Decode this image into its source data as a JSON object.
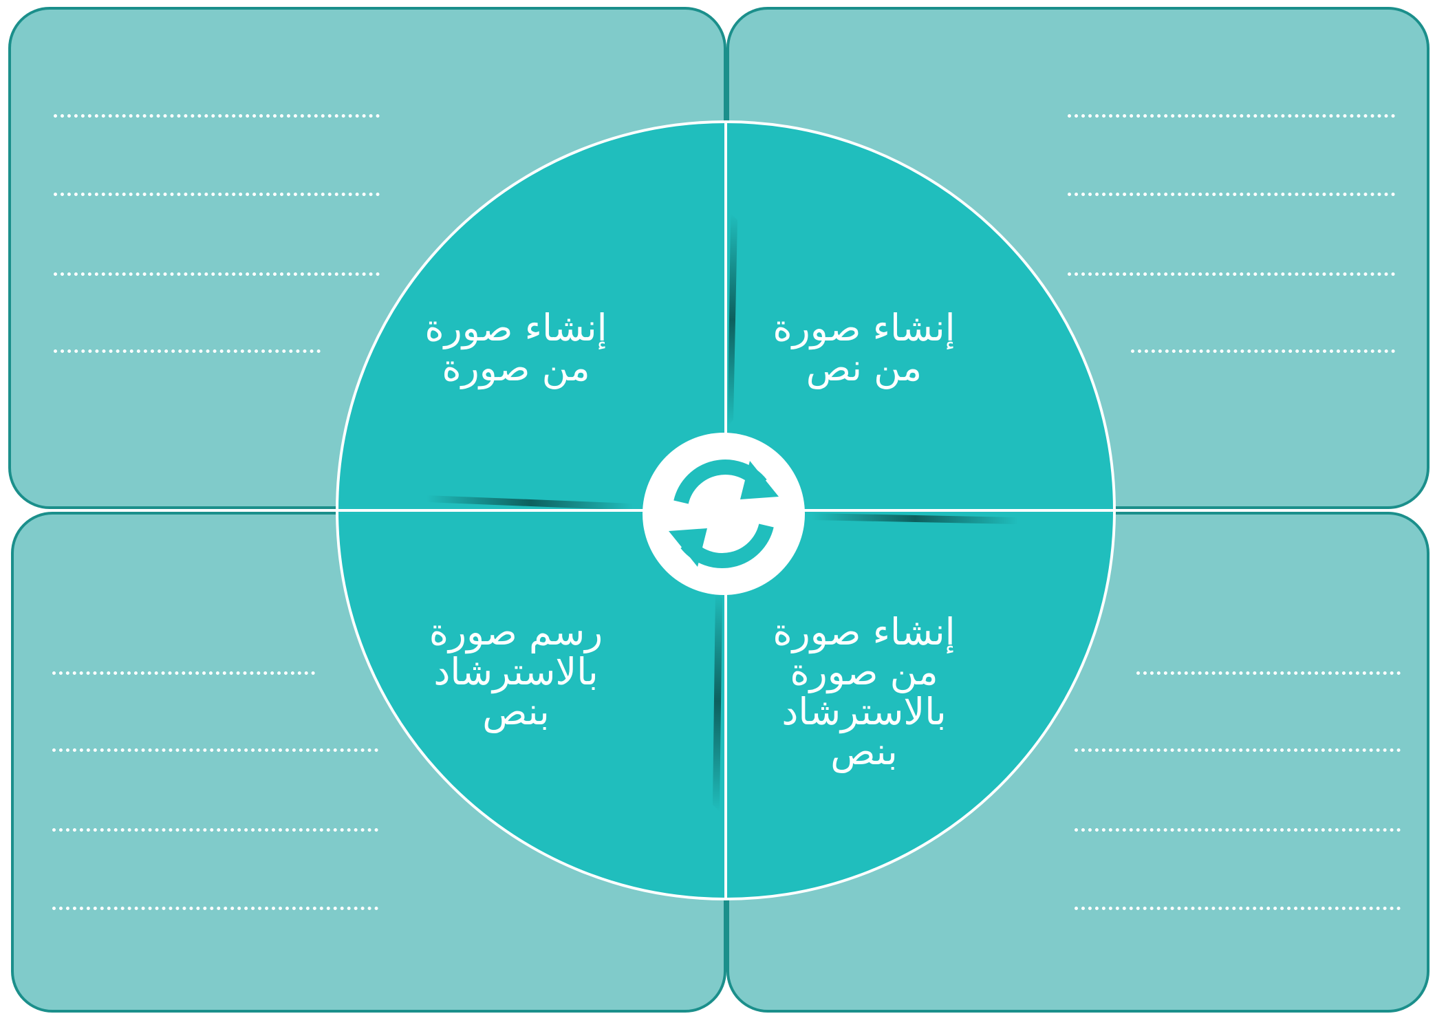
{
  "colors": {
    "panel_fill": "#80cbca",
    "panel_border": "#1b8f8b",
    "wheel_fill": "#20bebd",
    "divider": "#ffffff",
    "center_disc": "#ffffff",
    "refresh_icon": "#20bebd"
  },
  "center": {
    "icon": "refresh-cycle-icon"
  },
  "quadrants": {
    "top_right": {
      "lines": [
        "إنشاء صورة",
        "من نص"
      ]
    },
    "top_left": {
      "lines": [
        "إنشاء صورة",
        "من صورة"
      ]
    },
    "bottom_left": {
      "lines": [
        "رسم صورة",
        "بالاسترشاد",
        "بنص"
      ]
    },
    "bottom_right": {
      "lines": [
        "إنشاء صورة",
        "من صورة",
        "بالاسترشاد",
        "بنص"
      ]
    }
  }
}
